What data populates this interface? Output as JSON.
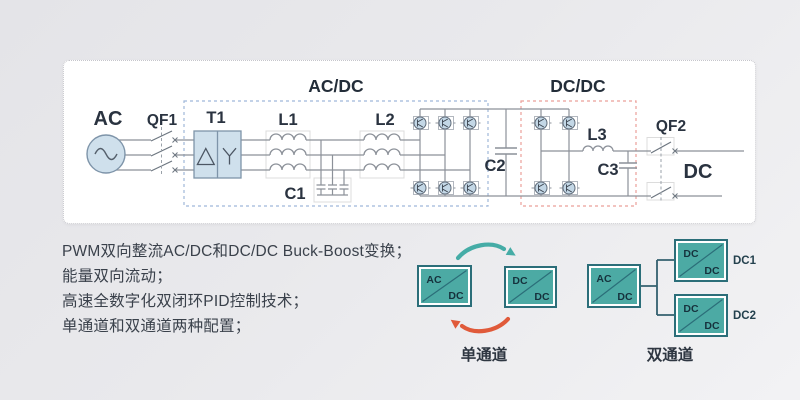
{
  "circuit": {
    "title_acdc": "AC/DC",
    "title_dcdc": "DC/DC",
    "ac_source_label": "AC",
    "breaker_in_label": "QF1",
    "transformer_label": "T1",
    "inductor1_label": "L1",
    "cap1_label": "C1",
    "inductor2_label": "L2",
    "cap2_label": "C2",
    "inductor3_label": "L3",
    "cap3_label": "C3",
    "breaker_out_label": "QF2",
    "dc_out_label": "DC"
  },
  "features": [
    "PWM双向整流AC/DC和DC/DC Buck-Boost变换；",
    "能量双向流动；",
    "高速全数字化双闭环PID控制技术；",
    "单通道和双通道两种配置；"
  ],
  "single_channel": {
    "caption": "单通道",
    "box1_top": "AC",
    "box1_bottom": "DC",
    "box2_top": "DC",
    "box2_bottom": "DC"
  },
  "dual_channel": {
    "caption": "双通道",
    "source_top": "AC",
    "source_bottom": "DC",
    "out1_top": "DC",
    "out1_bottom": "DC",
    "out1_tag": "DC1",
    "out2_top": "DC",
    "out2_bottom": "DC",
    "out2_tag": "DC2"
  },
  "colors": {
    "teal_fill": "#4caaa4",
    "teal_border": "#2b6e79",
    "orange_arrow": "#e05a3a",
    "teal_arrow": "#45aca6",
    "acdc_dashed": "#9fb7d9",
    "dcdc_dashed": "#eb9f99",
    "component_fill": "#cfe0ec",
    "wire": "#8c9199",
    "label_text": "#2a3340"
  }
}
